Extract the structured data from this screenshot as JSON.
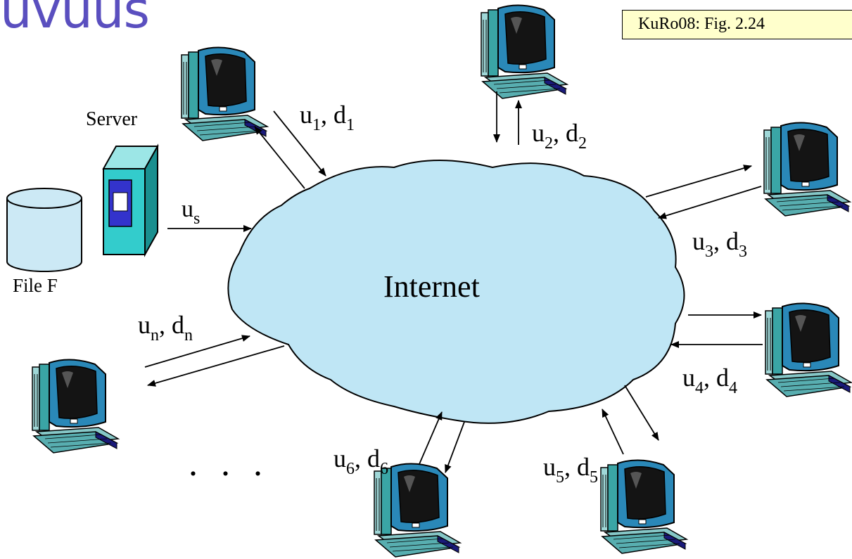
{
  "header": {
    "title_fragment": "uvuus",
    "caption": "KuRo08: Fig. 2.24"
  },
  "nodes": {
    "server_label": "Server",
    "file_label": "File F",
    "internet_label": "Internet",
    "ellipsis": ". . ."
  },
  "links": {
    "us": {
      "base": "u",
      "sub": "s"
    },
    "p1": {
      "u": "u",
      "us": "1",
      "sep": ", ",
      "d": "d",
      "ds": "1"
    },
    "p2": {
      "u": "u",
      "us": "2",
      "sep": ", ",
      "d": "d",
      "ds": "2"
    },
    "p3": {
      "u": "u",
      "us": "3",
      "sep": ", ",
      "d": "d",
      "ds": "3"
    },
    "p4": {
      "u": "u",
      "us": "4",
      "sep": ", ",
      "d": "d",
      "ds": "4"
    },
    "p5": {
      "u": "u",
      "us": "5",
      "sep": ", ",
      "d": "d",
      "ds": "5"
    },
    "p6": {
      "u": "u",
      "us": "6",
      "sep": ", ",
      "d": "d",
      "ds": "6"
    },
    "pn": {
      "u": "u",
      "us": "n",
      "sep": ", ",
      "d": "d",
      "ds": "n"
    }
  },
  "colors": {
    "cloud_fill": "#bfe6f5",
    "server_body": "#33cccc",
    "server_panel": "#3333cc",
    "disk_fill": "#cce9f5",
    "title": "#5a4fbf",
    "caption_bg": "#ffffcc"
  }
}
